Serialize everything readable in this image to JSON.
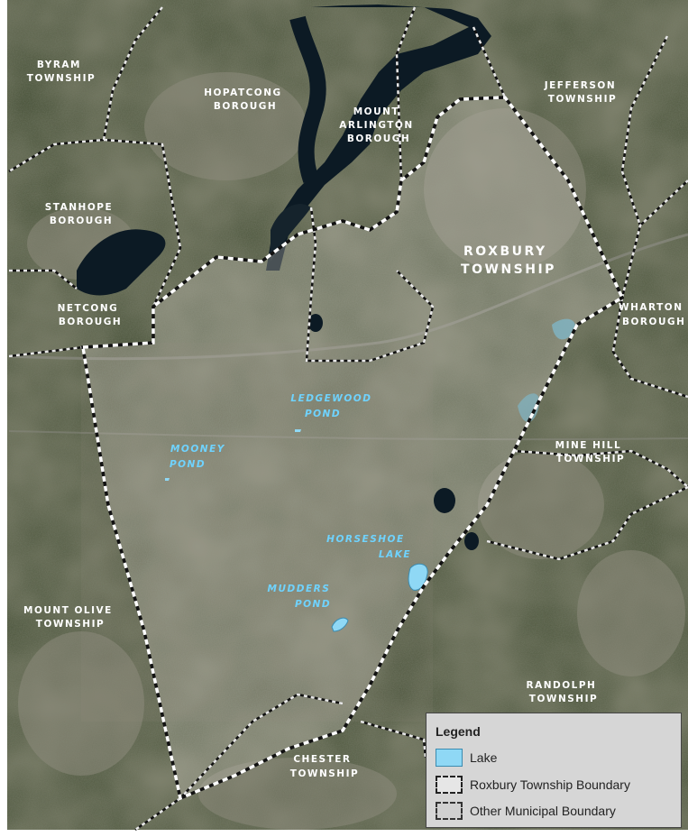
{
  "municipalities": [
    {
      "id": "byram",
      "lines": [
        "BYRAM",
        "TOWNSHIP"
      ]
    },
    {
      "id": "hopatcong",
      "lines": [
        "HOPATCONG",
        "BOROUGH"
      ]
    },
    {
      "id": "mount-arlington",
      "lines": [
        "MOUNT",
        "ARLINGTON",
        "BOROUGH"
      ]
    },
    {
      "id": "jefferson",
      "lines": [
        "JEFFERSON",
        "TOWNSHIP"
      ]
    },
    {
      "id": "stanhope",
      "lines": [
        "STANHOPE",
        "BOROUGH"
      ]
    },
    {
      "id": "roxbury",
      "lines": [
        "ROXBURY",
        "TOWNSHIP"
      ]
    },
    {
      "id": "netcong",
      "lines": [
        "NETCONG",
        "BOROUGH"
      ]
    },
    {
      "id": "wharton",
      "lines": [
        "WHARTON",
        "BOROUGH"
      ]
    },
    {
      "id": "mine-hill",
      "lines": [
        "MINE HILL",
        "TOWNSHIP"
      ]
    },
    {
      "id": "mount-olive",
      "lines": [
        "MOUNT OLIVE",
        "TOWNSHIP"
      ]
    },
    {
      "id": "randolph",
      "lines": [
        "RANDOLPH",
        "TOWNSHIP"
      ]
    },
    {
      "id": "chester",
      "lines": [
        "CHESTER",
        "TOWNSHIP"
      ]
    }
  ],
  "lakes": [
    {
      "id": "ledgewood",
      "lines": [
        "LEDGEWOOD",
        "POND"
      ]
    },
    {
      "id": "mooney",
      "lines": [
        "MOONEY",
        "POND"
      ]
    },
    {
      "id": "horseshoe",
      "lines": [
        "HORSESHOE",
        "LAKE"
      ]
    },
    {
      "id": "mudders",
      "lines": [
        "MUDDERS",
        "POND"
      ]
    }
  ],
  "legend": {
    "title": "Legend",
    "items": [
      {
        "label": "Lake",
        "swatch": "lake"
      },
      {
        "label": "Roxbury Township Boundary",
        "swatch": "roxbury"
      },
      {
        "label": "Other Municipal Boundary",
        "swatch": "other"
      }
    ]
  },
  "colors": {
    "lake_water": "#0c1a24",
    "lake_highlight": "#8fd8f5",
    "lake_label": "#6fd3ff",
    "forest": "#3e4a2e",
    "roxbury_overlay": "#c9c6bf"
  }
}
